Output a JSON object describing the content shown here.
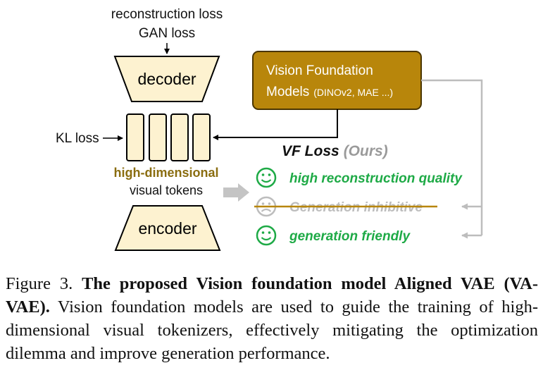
{
  "diagram": {
    "top_labels": {
      "line1": "reconstruction loss",
      "line2": "GAN loss"
    },
    "decoder_label": "decoder",
    "encoder_label": "encoder",
    "kl_label": "KL loss",
    "tokens_label": {
      "line1": "high-dimensional",
      "line2": "visual tokens"
    },
    "vfm": {
      "line1": "Vision Foundation",
      "line2": "Models",
      "examples": "(DINOv2, MAE ...)"
    },
    "vf_loss": {
      "title": "VF Loss",
      "suffix": "(Ours)"
    },
    "outcomes": [
      {
        "text": "high reconstruction quality",
        "mood": "happy"
      },
      {
        "text": "Generation inhibitive",
        "mood": "sad",
        "struck": true
      },
      {
        "text": "generation friendly",
        "mood": "happy"
      }
    ],
    "colors": {
      "vfm_fill": "#b8860b",
      "vfm_border": "#4a3500",
      "trapezoid_fill": "#fdf2d0",
      "token_label": "#8a6d10",
      "green": "#1eaa46",
      "gray": "#bdbdbd",
      "strike": "#b8860b"
    }
  },
  "caption": {
    "label": "Figure 3.",
    "title": "The proposed Vision foundation model Aligned VAE (VA-VAE).",
    "body": "Vision foundation models are used to guide the training of high-dimensional visual tokenizers, effectively mitigating the optimization dilemma and improve generation performance."
  }
}
